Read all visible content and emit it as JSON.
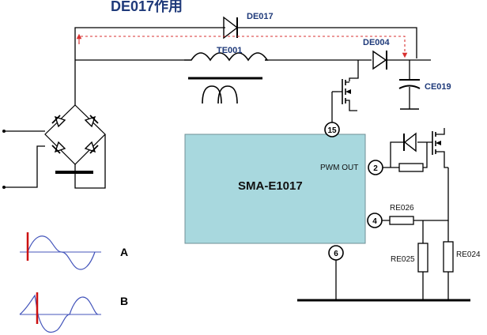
{
  "title": "DE017作用",
  "labels": {
    "de017": "DE017",
    "te001": "TE001",
    "de004": "DE004",
    "ce019": "CE019",
    "ic": "SMA-E1017",
    "pwm_out": "PWM OUT",
    "re026": "RE026",
    "re025": "RE025",
    "re024": "RE024"
  },
  "pins": {
    "p15": "15",
    "p2": "2",
    "p4": "4",
    "p6": "6"
  },
  "waveforms": {
    "a": "A",
    "b": "B"
  },
  "colors": {
    "title": "#1f3a7a",
    "ic_fill": "#a8d8de",
    "arrow": "#d93030",
    "waveform": "#4455bb",
    "waveform_marker": "#cc1111"
  }
}
